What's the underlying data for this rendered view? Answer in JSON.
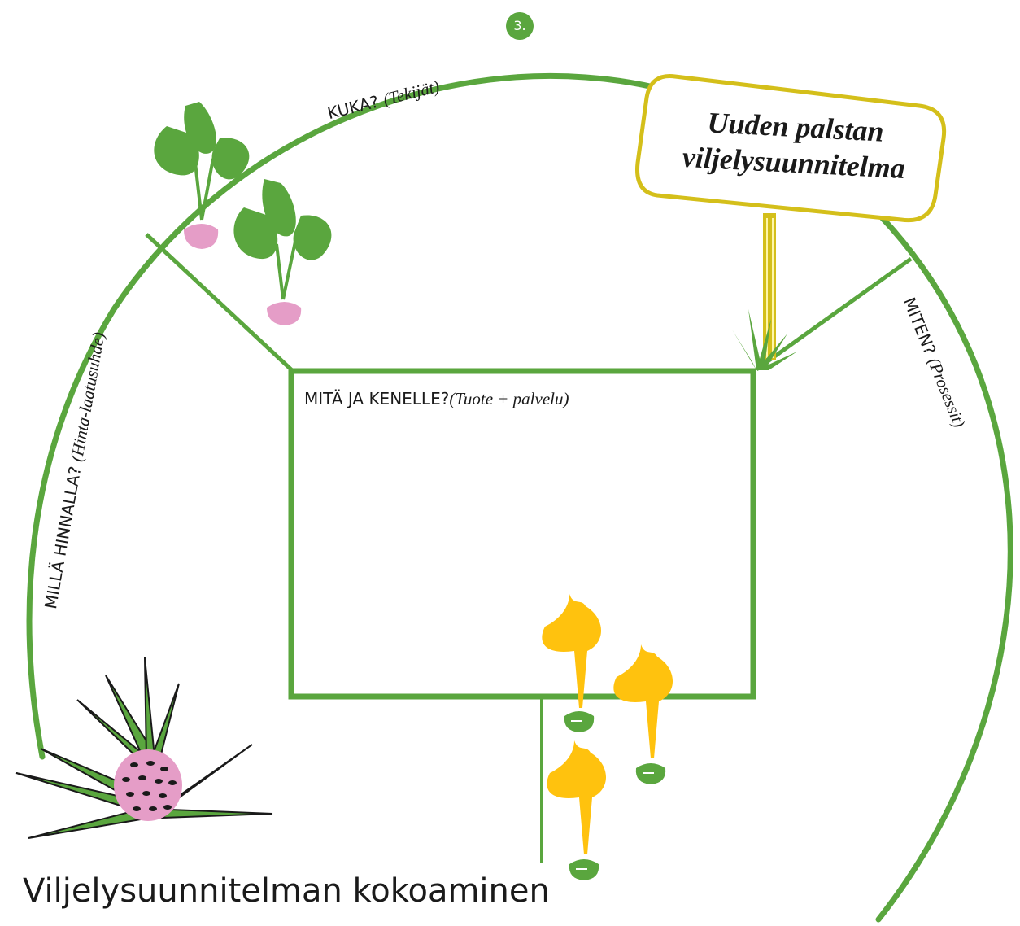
{
  "step_badge": "3.",
  "sign": {
    "line1": "Uuden palstan",
    "line2": "viljelysuunnitelma"
  },
  "labels": {
    "kuka": {
      "main": "KUKA? ",
      "sub": "(Tekijät)"
    },
    "mita": {
      "main": "MITÄ JA KENELLE?",
      "sub": "(Tuote + palvelu)"
    },
    "miten": {
      "main": "MITEN? ",
      "sub": "(Prosessit)"
    },
    "milla": {
      "main": "MILLÄ HINNALLA? ",
      "sub": "(Hinta-laatusuhde)"
    }
  },
  "title": "Viljelysuunnitelman kokoaminen",
  "colors": {
    "green": "#5aa63e",
    "pink": "#e59dc7",
    "yellow": "#ffc20e",
    "sign_border": "#d4bf1a",
    "black": "#1a1a1a"
  }
}
